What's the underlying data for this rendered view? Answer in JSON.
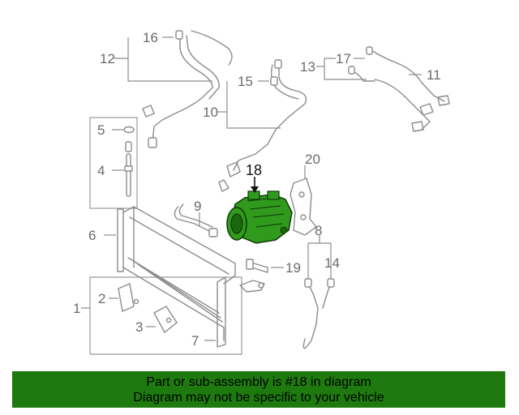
{
  "diagram": {
    "callouts": [
      "1",
      "2",
      "3",
      "4",
      "5",
      "6",
      "7",
      "8",
      "9",
      "10",
      "11",
      "12",
      "13",
      "14",
      "15",
      "16",
      "17",
      "18",
      "19",
      "20"
    ],
    "highlighted_part": "18",
    "highlight_color": "#2f9a1c",
    "part_line_color": "#8c8c8c",
    "callout_color": "#6b6b6b"
  },
  "banner": {
    "line1": "Part or sub-assembly is #18 in diagram",
    "line2": "Diagram may not be specific to your vehicle",
    "background": "#1e7a0f"
  }
}
